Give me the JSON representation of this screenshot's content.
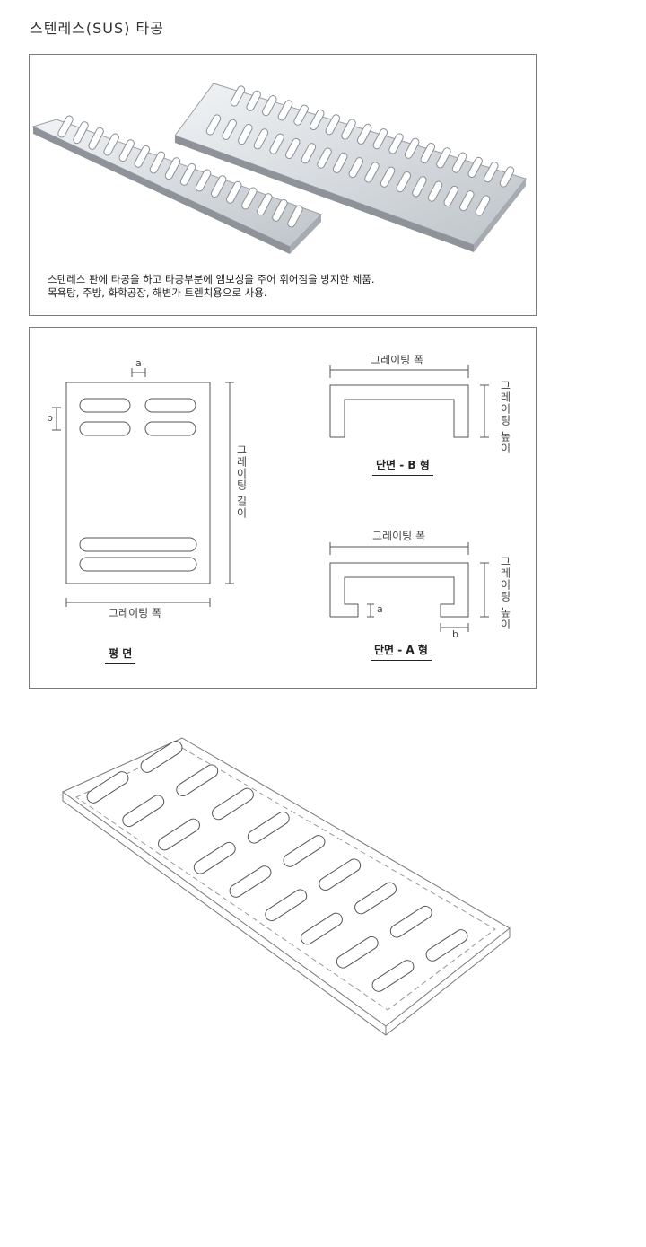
{
  "title": "스텐레스(SUS) 타공",
  "description": {
    "line1": "스텐레스 판에 타공을 하고 타공부분에 엠보싱을 주어 휘어짐을 방지한 제품.",
    "line2": "목욕탕, 주방, 화학공장, 해변가 트렌치용으로 사용."
  },
  "plan": {
    "label_a": "a",
    "label_b": "b",
    "length_label": "그레이팅 길이",
    "width_label": "그레이팅 폭",
    "caption": "평     면"
  },
  "section_b": {
    "width_label": "그레이팅 폭",
    "height_label": "그레이팅 높이",
    "caption": "단면 - B 형"
  },
  "section_a": {
    "width_label": "그레이팅 폭",
    "height_label": "그레이팅 높이",
    "label_a": "a",
    "label_b": "b",
    "caption": "단면 - A 형"
  },
  "colors": {
    "border": "#7a7a7a",
    "line": "#444444",
    "metal_light": "#dfe3e6",
    "metal_dark": "#9aa0a5"
  }
}
